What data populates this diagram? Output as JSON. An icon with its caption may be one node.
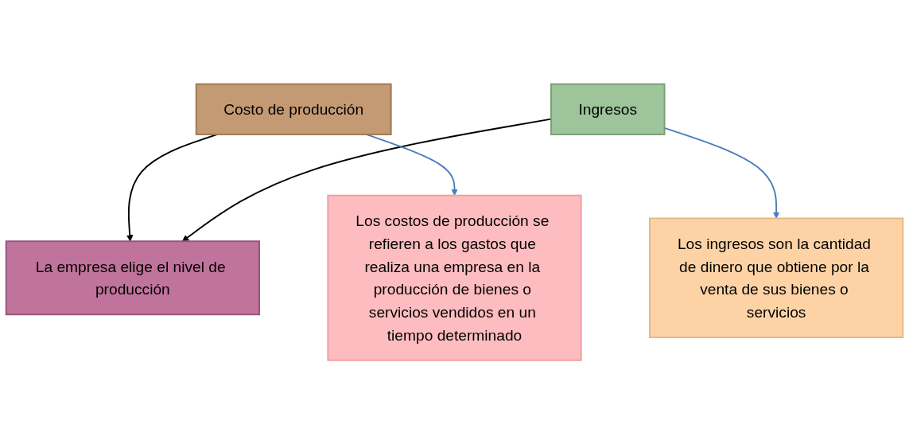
{
  "diagram": {
    "nodes": [
      {
        "text": [
          "Costo de producción"
        ]
      },
      {
        "text": [
          "La empresa elige el nivel de producción"
        ]
      },
      {
        "text": [
          "Ingresos"
        ]
      },
      {
        "text": [
          "Los costos de producción se refieren a los gastos que realiza una empresa en la producción de bienes o servicios vendidos en un tiempo determinado"
        ]
      },
      {
        "text": [
          "Los ingresos son la cantidad de dinero que obtiene por la venta de sus bienes o servicios"
        ]
      }
    ],
    "edges": [
      {
        "from": 0,
        "to": 1,
        "arrow": "to"
      },
      {
        "from": 2,
        "to": 1,
        "arrow": "to"
      },
      {
        "from": 0,
        "to": 3,
        "arrow": "to",
        "color": "#4a7ebb"
      },
      {
        "from": 2,
        "to": 4,
        "arrow": "to",
        "color": "#4a7ebb"
      }
    ]
  }
}
